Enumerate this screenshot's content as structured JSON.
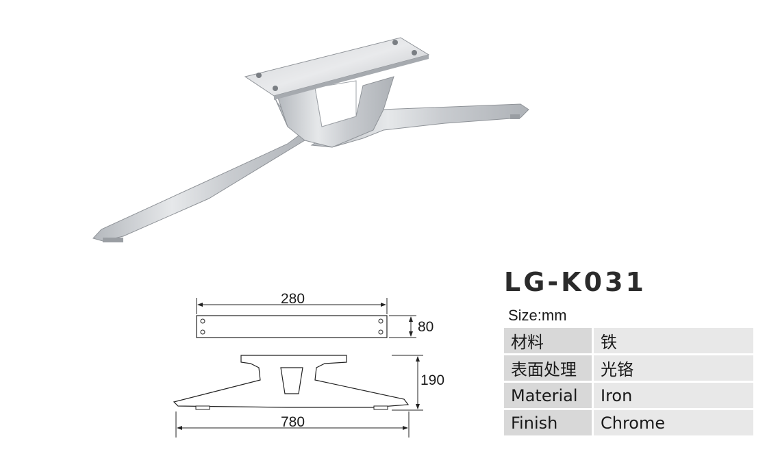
{
  "model": "LG-K031",
  "size_label": "Size:mm",
  "dimensions": {
    "plate_width": "280",
    "plate_depth": "80",
    "height": "190",
    "length": "780"
  },
  "specs": [
    {
      "key": "材料",
      "value": "铁"
    },
    {
      "key": "表面处理",
      "value": "光铬"
    },
    {
      "key": "Material",
      "value": "Iron"
    },
    {
      "key": "Finish",
      "value": "Chrome"
    }
  ],
  "colors": {
    "metal_light": "#e2e4e6",
    "metal_dark": "#9fa3a8",
    "table_key_bg": "#d8d8d8",
    "table_value_bg": "#e8e8e8"
  }
}
